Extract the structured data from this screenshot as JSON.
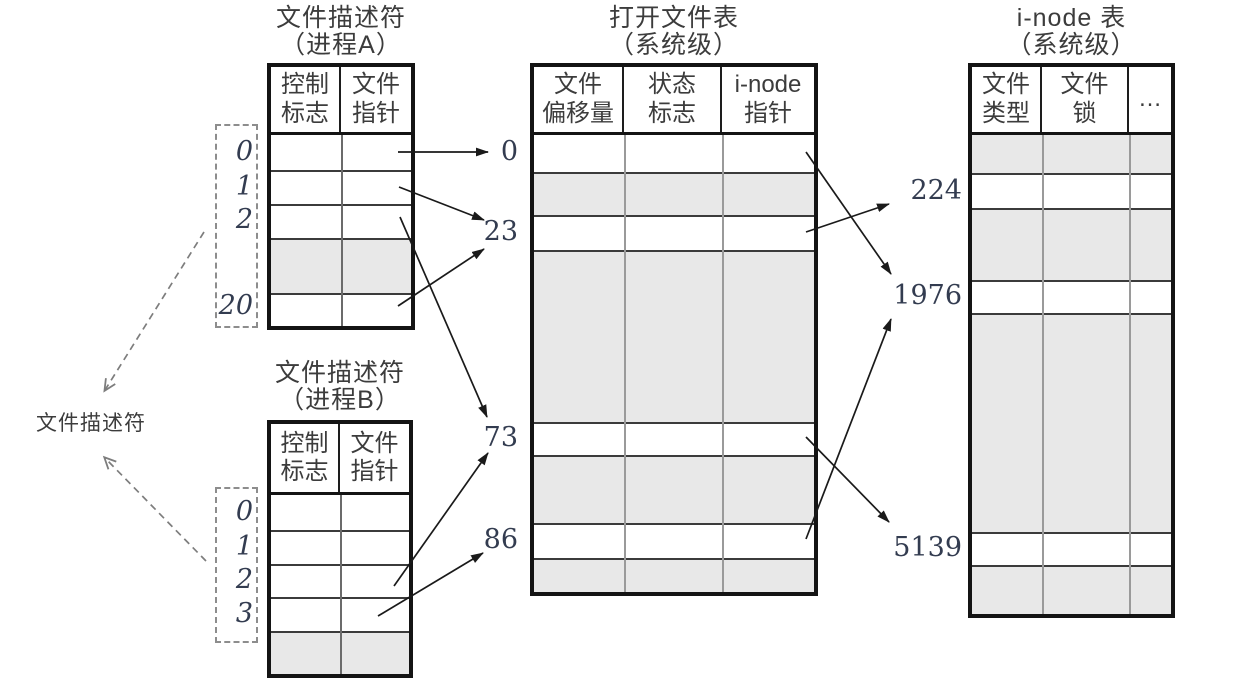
{
  "page": {
    "background": "#ffffff"
  },
  "colors": {
    "row_shade": "#e8e8e8",
    "table_border": "#141414",
    "arrow_solid": "#1a1a1a",
    "arrow_dashed": "#7d7d7d",
    "heading_text": "#3c3c3c",
    "number_text": "#333c50"
  },
  "side_label": "文件描述符",
  "tables": {
    "fd_a": {
      "title1": "文件描述符",
      "title2": "（进程A）",
      "columns": [
        "控制\n标志",
        "文件\n指针"
      ],
      "row_labels": [
        "0",
        "1",
        "2",
        "20"
      ]
    },
    "fd_b": {
      "title1": "文件描述符",
      "title2": "（进程B）",
      "columns": [
        "控制\n标志",
        "文件\n指针"
      ],
      "row_labels": [
        "0",
        "1",
        "2",
        "3"
      ]
    },
    "open_file_table": {
      "title1": "打开文件表",
      "title2": "（系统级）",
      "columns": [
        "文件\n偏移量",
        "状态\n标志",
        "i-node\n指针"
      ],
      "row_labels": [
        "0",
        "23",
        "73",
        "86"
      ]
    },
    "inode_table": {
      "title1": "i-node 表",
      "title2": "（系统级）",
      "columns": [
        "文件\n类型",
        "文件\n锁",
        "…"
      ],
      "row_labels": [
        "224",
        "1976",
        "5139"
      ]
    }
  },
  "connections": [
    {
      "from": "procA-fd-0",
      "to": "open-file-entry-0"
    },
    {
      "from": "procA-fd-1",
      "to": "open-file-entry-23"
    },
    {
      "from": "procA-fd-2",
      "to": "open-file-entry-73"
    },
    {
      "from": "procA-fd-20",
      "to": "open-file-entry-23"
    },
    {
      "from": "procB-fd-2",
      "to": "open-file-entry-73"
    },
    {
      "from": "procB-fd-3",
      "to": "open-file-entry-86"
    },
    {
      "from": "open-file-entry-0",
      "to": "inode-1976"
    },
    {
      "from": "open-file-entry-23",
      "to": "inode-224"
    },
    {
      "from": "open-file-entry-73",
      "to": "inode-5139"
    },
    {
      "from": "open-file-entry-86",
      "to": "inode-1976"
    }
  ],
  "dashed_connections": [
    {
      "from": "procA-fd-bracket",
      "to": "side-label"
    },
    {
      "from": "procB-fd-bracket",
      "to": "side-label"
    }
  ]
}
